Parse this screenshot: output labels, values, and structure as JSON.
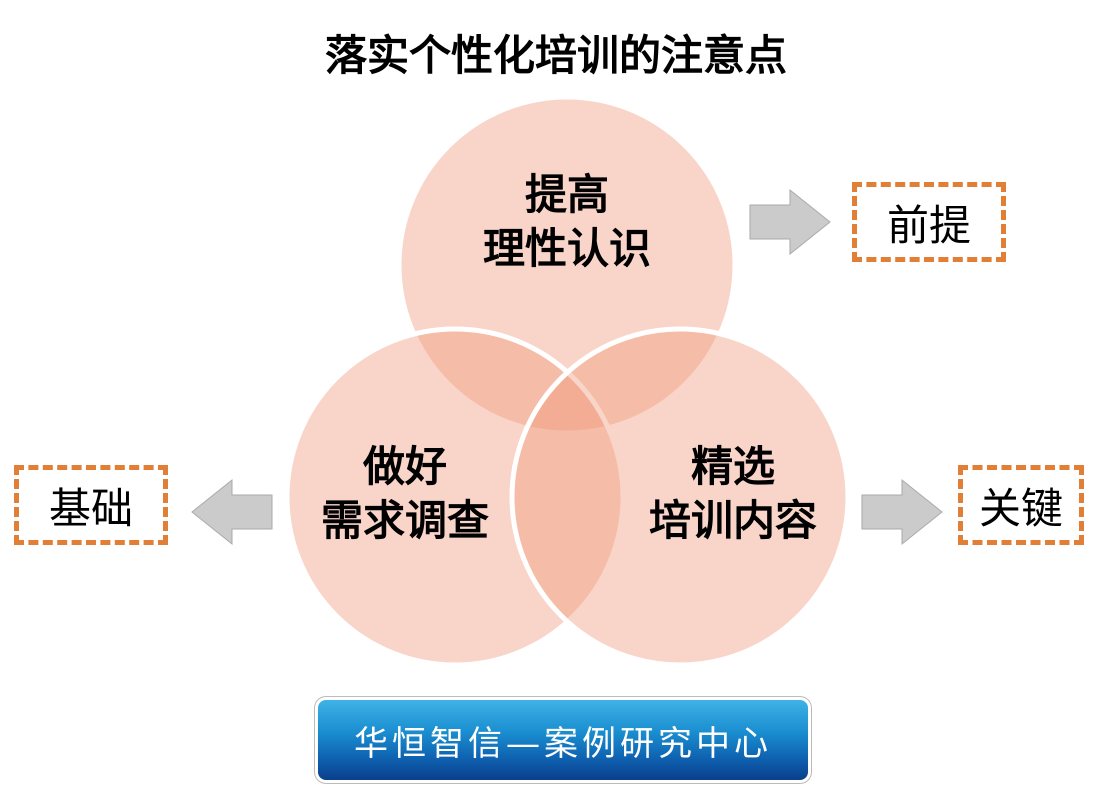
{
  "title": "落实个性化培训的注意点",
  "circles": {
    "top": {
      "line1": "提高",
      "line2": "理性认识"
    },
    "left": {
      "line1": "做好",
      "line2": "需求调查"
    },
    "right": {
      "line1": "精选",
      "line2": "培训内容"
    }
  },
  "boxes": {
    "top": "前提",
    "left": "基础",
    "right": "关键"
  },
  "banner": "华恒智信—案例研究中心",
  "colors": {
    "circle": "#f9d5c9",
    "dash": "#e07f35",
    "arrow": "#c8c8c8",
    "banner": "#1a7fc8"
  }
}
